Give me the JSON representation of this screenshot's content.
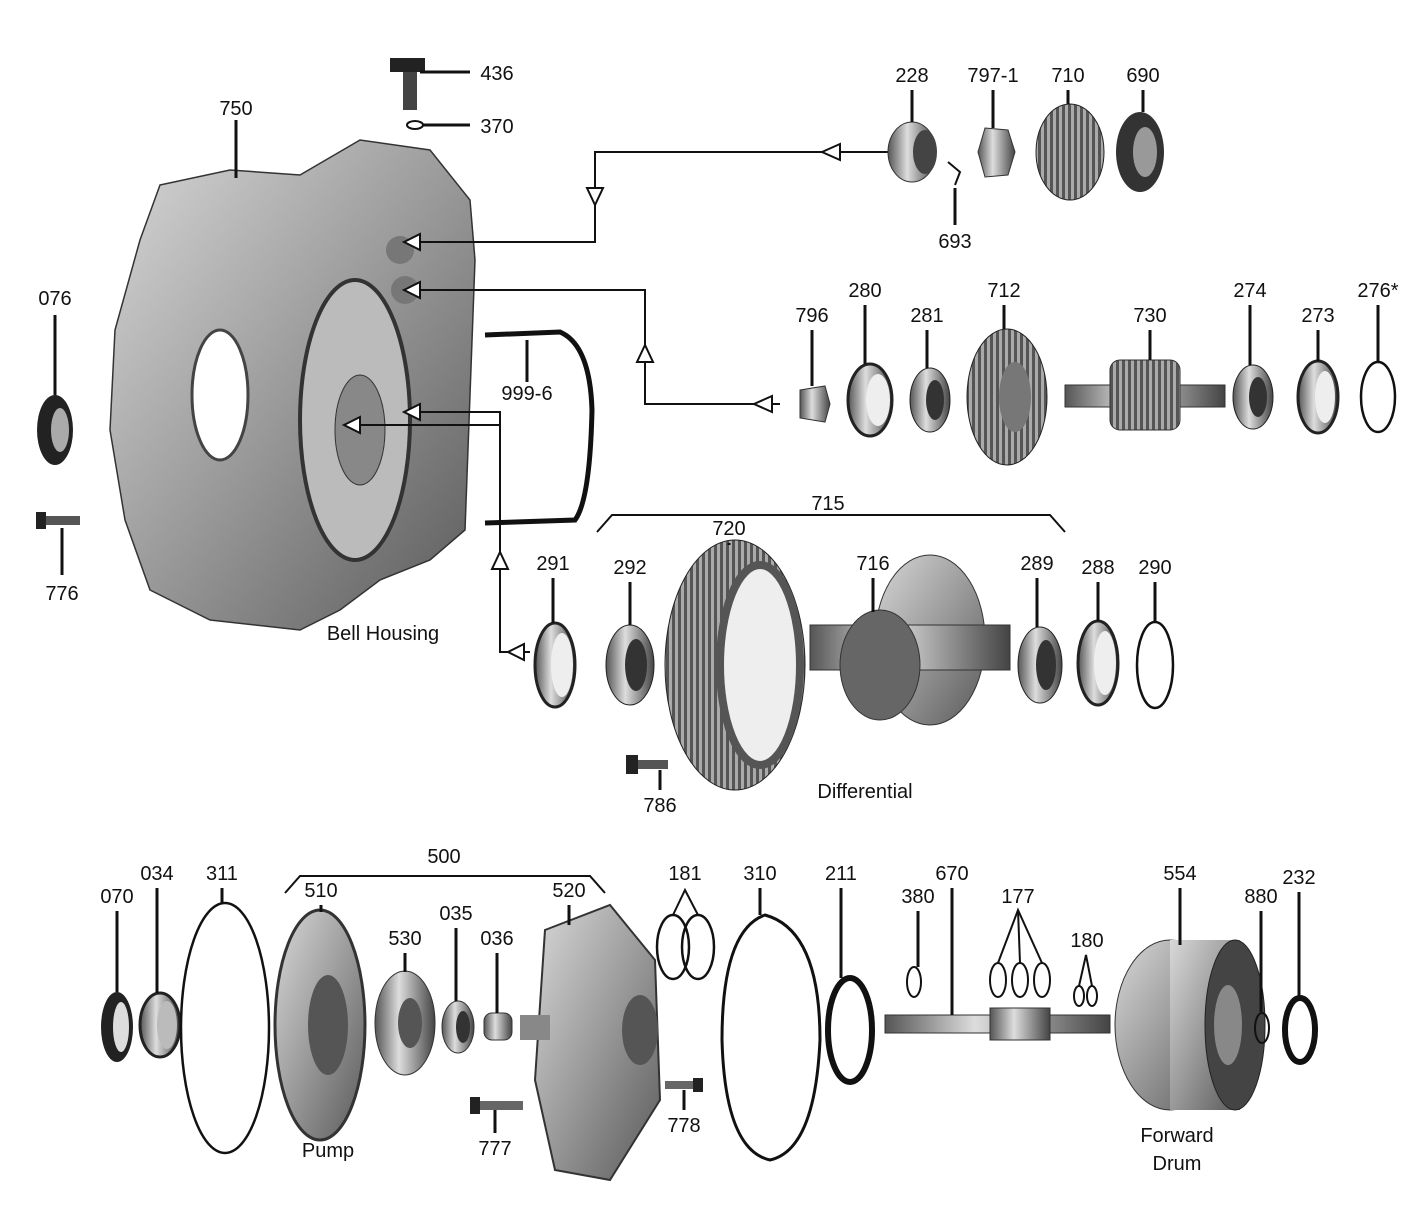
{
  "title": "Transmission exploded parts diagram",
  "captions": {
    "bell_housing": "Bell Housing",
    "differential": "Differential",
    "pump": "Pump",
    "forward_drum_1": "Forward",
    "forward_drum_2": "Drum"
  },
  "parts": {
    "p436": "436",
    "p370": "370",
    "p750": "750",
    "p228": "228",
    "p797_1": "797-1",
    "p710": "710",
    "p690": "690",
    "p693": "693",
    "p076": "076",
    "p776": "776",
    "p999_6": "999-6",
    "p796": "796",
    "p280": "280",
    "p281": "281",
    "p712": "712",
    "p730": "730",
    "p274": "274",
    "p273": "273",
    "p276": "276*",
    "p715": "715",
    "p720": "720",
    "p716": "716",
    "p291": "291",
    "p292": "292",
    "p289": "289",
    "p288": "288",
    "p290": "290",
    "p786": "786",
    "p500": "500",
    "p070": "070",
    "p034": "034",
    "p311": "311",
    "p510": "510",
    "p530": "530",
    "p035": "035",
    "p036": "036",
    "p520": "520",
    "p181": "181",
    "p310": "310",
    "p211": "211",
    "p380": "380",
    "p670": "670",
    "p177": "177",
    "p180": "180",
    "p554": "554",
    "p880": "880",
    "p232": "232",
    "p777": "777",
    "p778": "778"
  }
}
